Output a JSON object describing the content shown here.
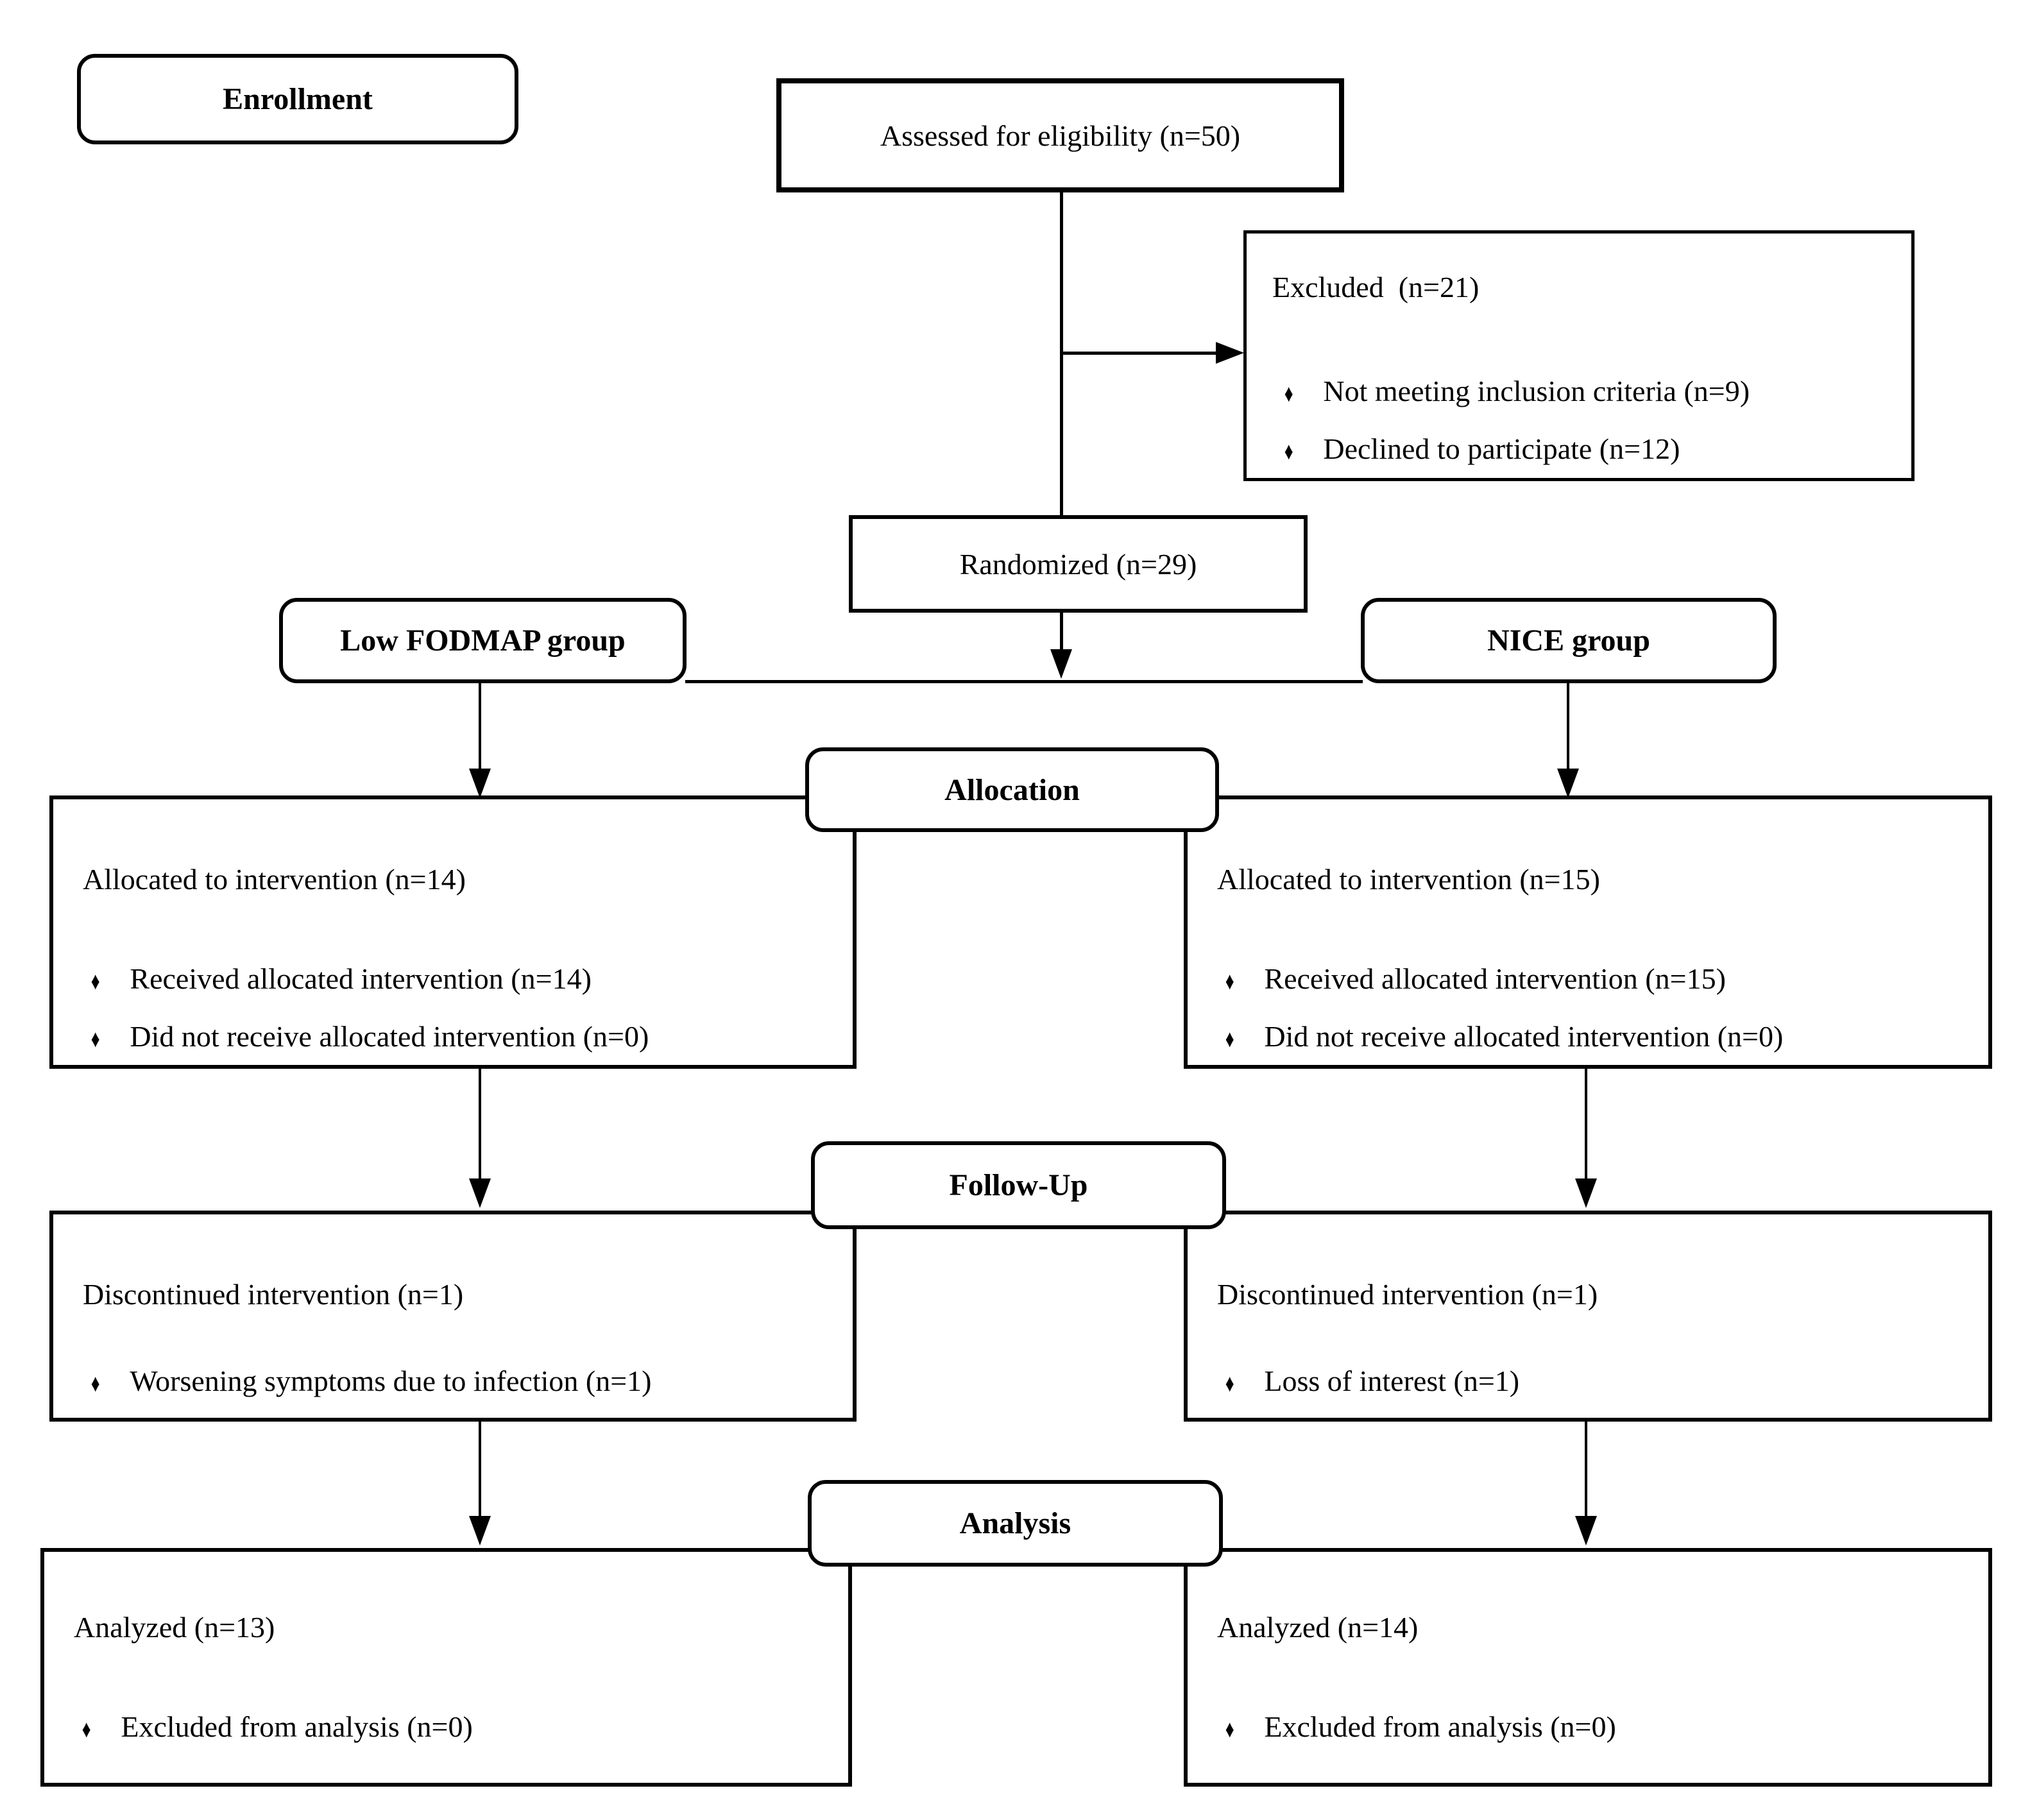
{
  "enrollment": {
    "label": "Enrollment"
  },
  "assessed": {
    "label": "Assessed for eligibility (n=50)"
  },
  "excluded": {
    "title": "Excluded  (n=21)",
    "bullets": [
      "Not meeting inclusion criteria (n=9)",
      "Declined to participate (n=12)"
    ]
  },
  "randomized": {
    "label": "Randomized (n=29)"
  },
  "groups": {
    "left": "Low FODMAP group",
    "right": "NICE group"
  },
  "stages": {
    "allocation": "Allocation",
    "followup": "Follow-Up",
    "analysis": "Analysis"
  },
  "allocation": {
    "left": {
      "title": "Allocated to intervention (n=14)",
      "bullets": [
        "Received allocated intervention (n=14)",
        "Did not receive allocated intervention (n=0)"
      ]
    },
    "right": {
      "title": "Allocated to intervention (n=15)",
      "bullets": [
        "Received allocated intervention (n=15)",
        "Did not receive allocated intervention (n=0)"
      ]
    }
  },
  "followup": {
    "left": {
      "title": "Discontinued intervention (n=1)",
      "bullets": [
        "Worsening symptoms due to infection (n=1)"
      ]
    },
    "right": {
      "title": "Discontinued intervention (n=1)",
      "bullets": [
        "Loss of interest (n=1)"
      ]
    }
  },
  "analysis": {
    "left": {
      "title": "Analyzed (n=13)",
      "bullets": [
        "Excluded from analysis (n=0)"
      ]
    },
    "right": {
      "title": "Analyzed (n=14)",
      "bullets": [
        "Excluded from analysis (n=0)"
      ]
    }
  },
  "bullet_glyph": "♦",
  "colors": {
    "ink": "#000000",
    "background": "#ffffff"
  }
}
